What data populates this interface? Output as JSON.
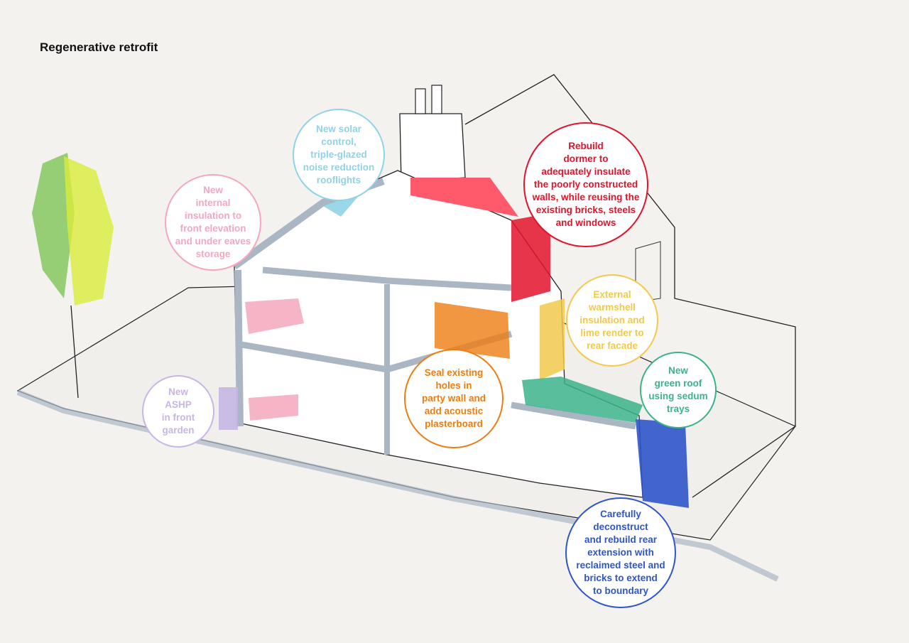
{
  "title": "Regenerative retrofit",
  "colors": {
    "background": "#f4f2ef",
    "rooflights": "#8fd3e6",
    "internal_insulation": "#f4a7bd",
    "dormer": "#e3132c",
    "warmshell": "#f2c94c",
    "party_wall": "#ee7d11",
    "green_roof": "#3bb389",
    "ashp": "#c7b6e6",
    "rear_extension": "#2e55c9"
  },
  "callouts": {
    "rooflights": "New solar\ncontrol,\ntriple-glazed\nnoise reduction\nrooflights",
    "internal_insulation": "New\ninternal\ninsulation to\nfront elevation\nand under eaves\nstorage",
    "dormer": "Rebuild\ndormer to\nadequately insulate\nthe poorly constructed\nwalls, while reusing the\nexisting bricks, steels\nand windows",
    "warmshell": "External\nwarmshell\ninsulation and\nlime render to\nrear facade",
    "green_roof": "New\ngreen roof\nusing sedum\ntrays",
    "party_wall": "Seal existing\nholes in\nparty wall and\nadd acoustic\nplasterboard",
    "ashp": "New\nASHP\nin front\ngarden",
    "rear_extension": "Carefully\ndeconstruct\nand rebuild rear\nextension with\nreclaimed steel and\nbricks to extend\nto boundary"
  }
}
